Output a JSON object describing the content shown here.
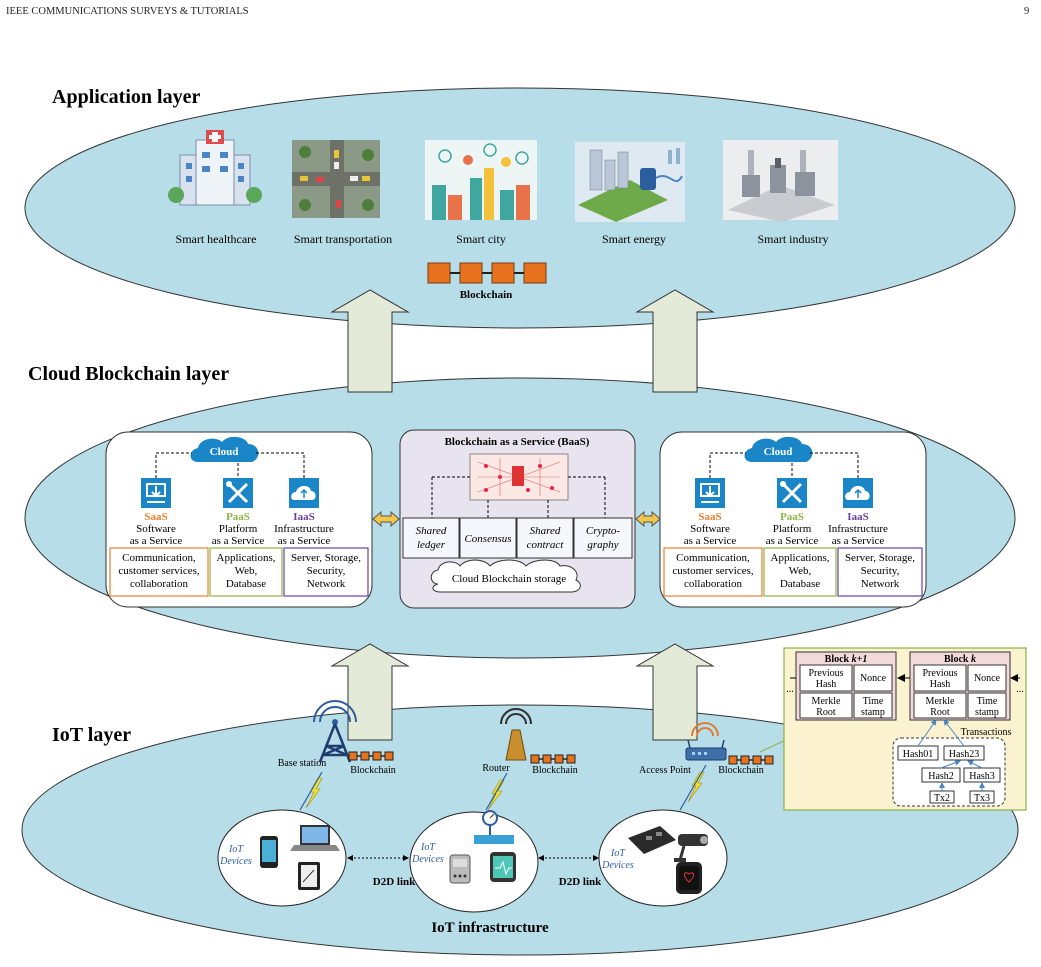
{
  "header": {
    "journal": "IEEE COMMUNICATIONS SURVEYS & TUTORIALS",
    "page": "9"
  },
  "layers": {
    "application": "Application layer",
    "cloud": "Cloud Blockchain layer",
    "iot": "IoT layer"
  },
  "applications": [
    "Smart healthcare",
    "Smart transportation",
    "Smart city",
    "Smart energy",
    "Smart industry"
  ],
  "blockchain_label": "Blockchain",
  "cloud_panel": {
    "title": "Cloud",
    "services": [
      {
        "abbr": "SaaS",
        "line1": "Software",
        "line2": "as a Service",
        "desc": [
          "Communication,",
          "customer services,",
          "collaboration"
        ],
        "color": "#e8822c"
      },
      {
        "abbr": "PaaS",
        "line1": "Platform",
        "line2": "as a Service",
        "desc": [
          "Applications,",
          "Web,",
          "Database"
        ],
        "color": "#8fb548"
      },
      {
        "abbr": "IaaS",
        "line1": "Infrastructure",
        "line2": "as a Service",
        "desc": [
          "Server, Storage,",
          "Security,",
          "Network"
        ],
        "color": "#6b3fa0"
      }
    ]
  },
  "baas": {
    "title": "Blockchain as a Service (BaaS)",
    "modules": [
      [
        "Shared",
        "ledger"
      ],
      [
        "Consensus"
      ],
      [
        "Shared",
        "contract"
      ],
      [
        "Crypto-",
        "graphy"
      ]
    ],
    "storage": "Cloud Blockchain storage"
  },
  "iot": {
    "base_station": "Base station",
    "router": "Router",
    "access_point": "Access Point",
    "devices_line1": "IoT",
    "devices_line2": "Devices",
    "d2d": "D2D link",
    "infrastructure": "IoT infrastructure"
  },
  "block_detail": {
    "block_k1_prefix": "Block ",
    "block_k1_var": "k+1",
    "block_k_prefix": "Block ",
    "block_k_var": "k",
    "prev_hash": [
      "Previous",
      "Hash"
    ],
    "nonce": "Nonce",
    "merkle": [
      "Merkle",
      "Root"
    ],
    "timestamp": [
      "Time",
      "stamp"
    ],
    "transactions": "Transactions",
    "hashes": [
      "Hash01",
      "Hash23",
      "Hash2",
      "Hash3",
      "Tx2",
      "Tx3"
    ],
    "ellipsis": "..."
  },
  "colors": {
    "layer_fill": "#b7dde9",
    "arrow_fill": "#e3ead7",
    "block_orange": "#e8731f",
    "panel_yellow": "#fbf3cf",
    "block_pink": "#f3dada"
  }
}
